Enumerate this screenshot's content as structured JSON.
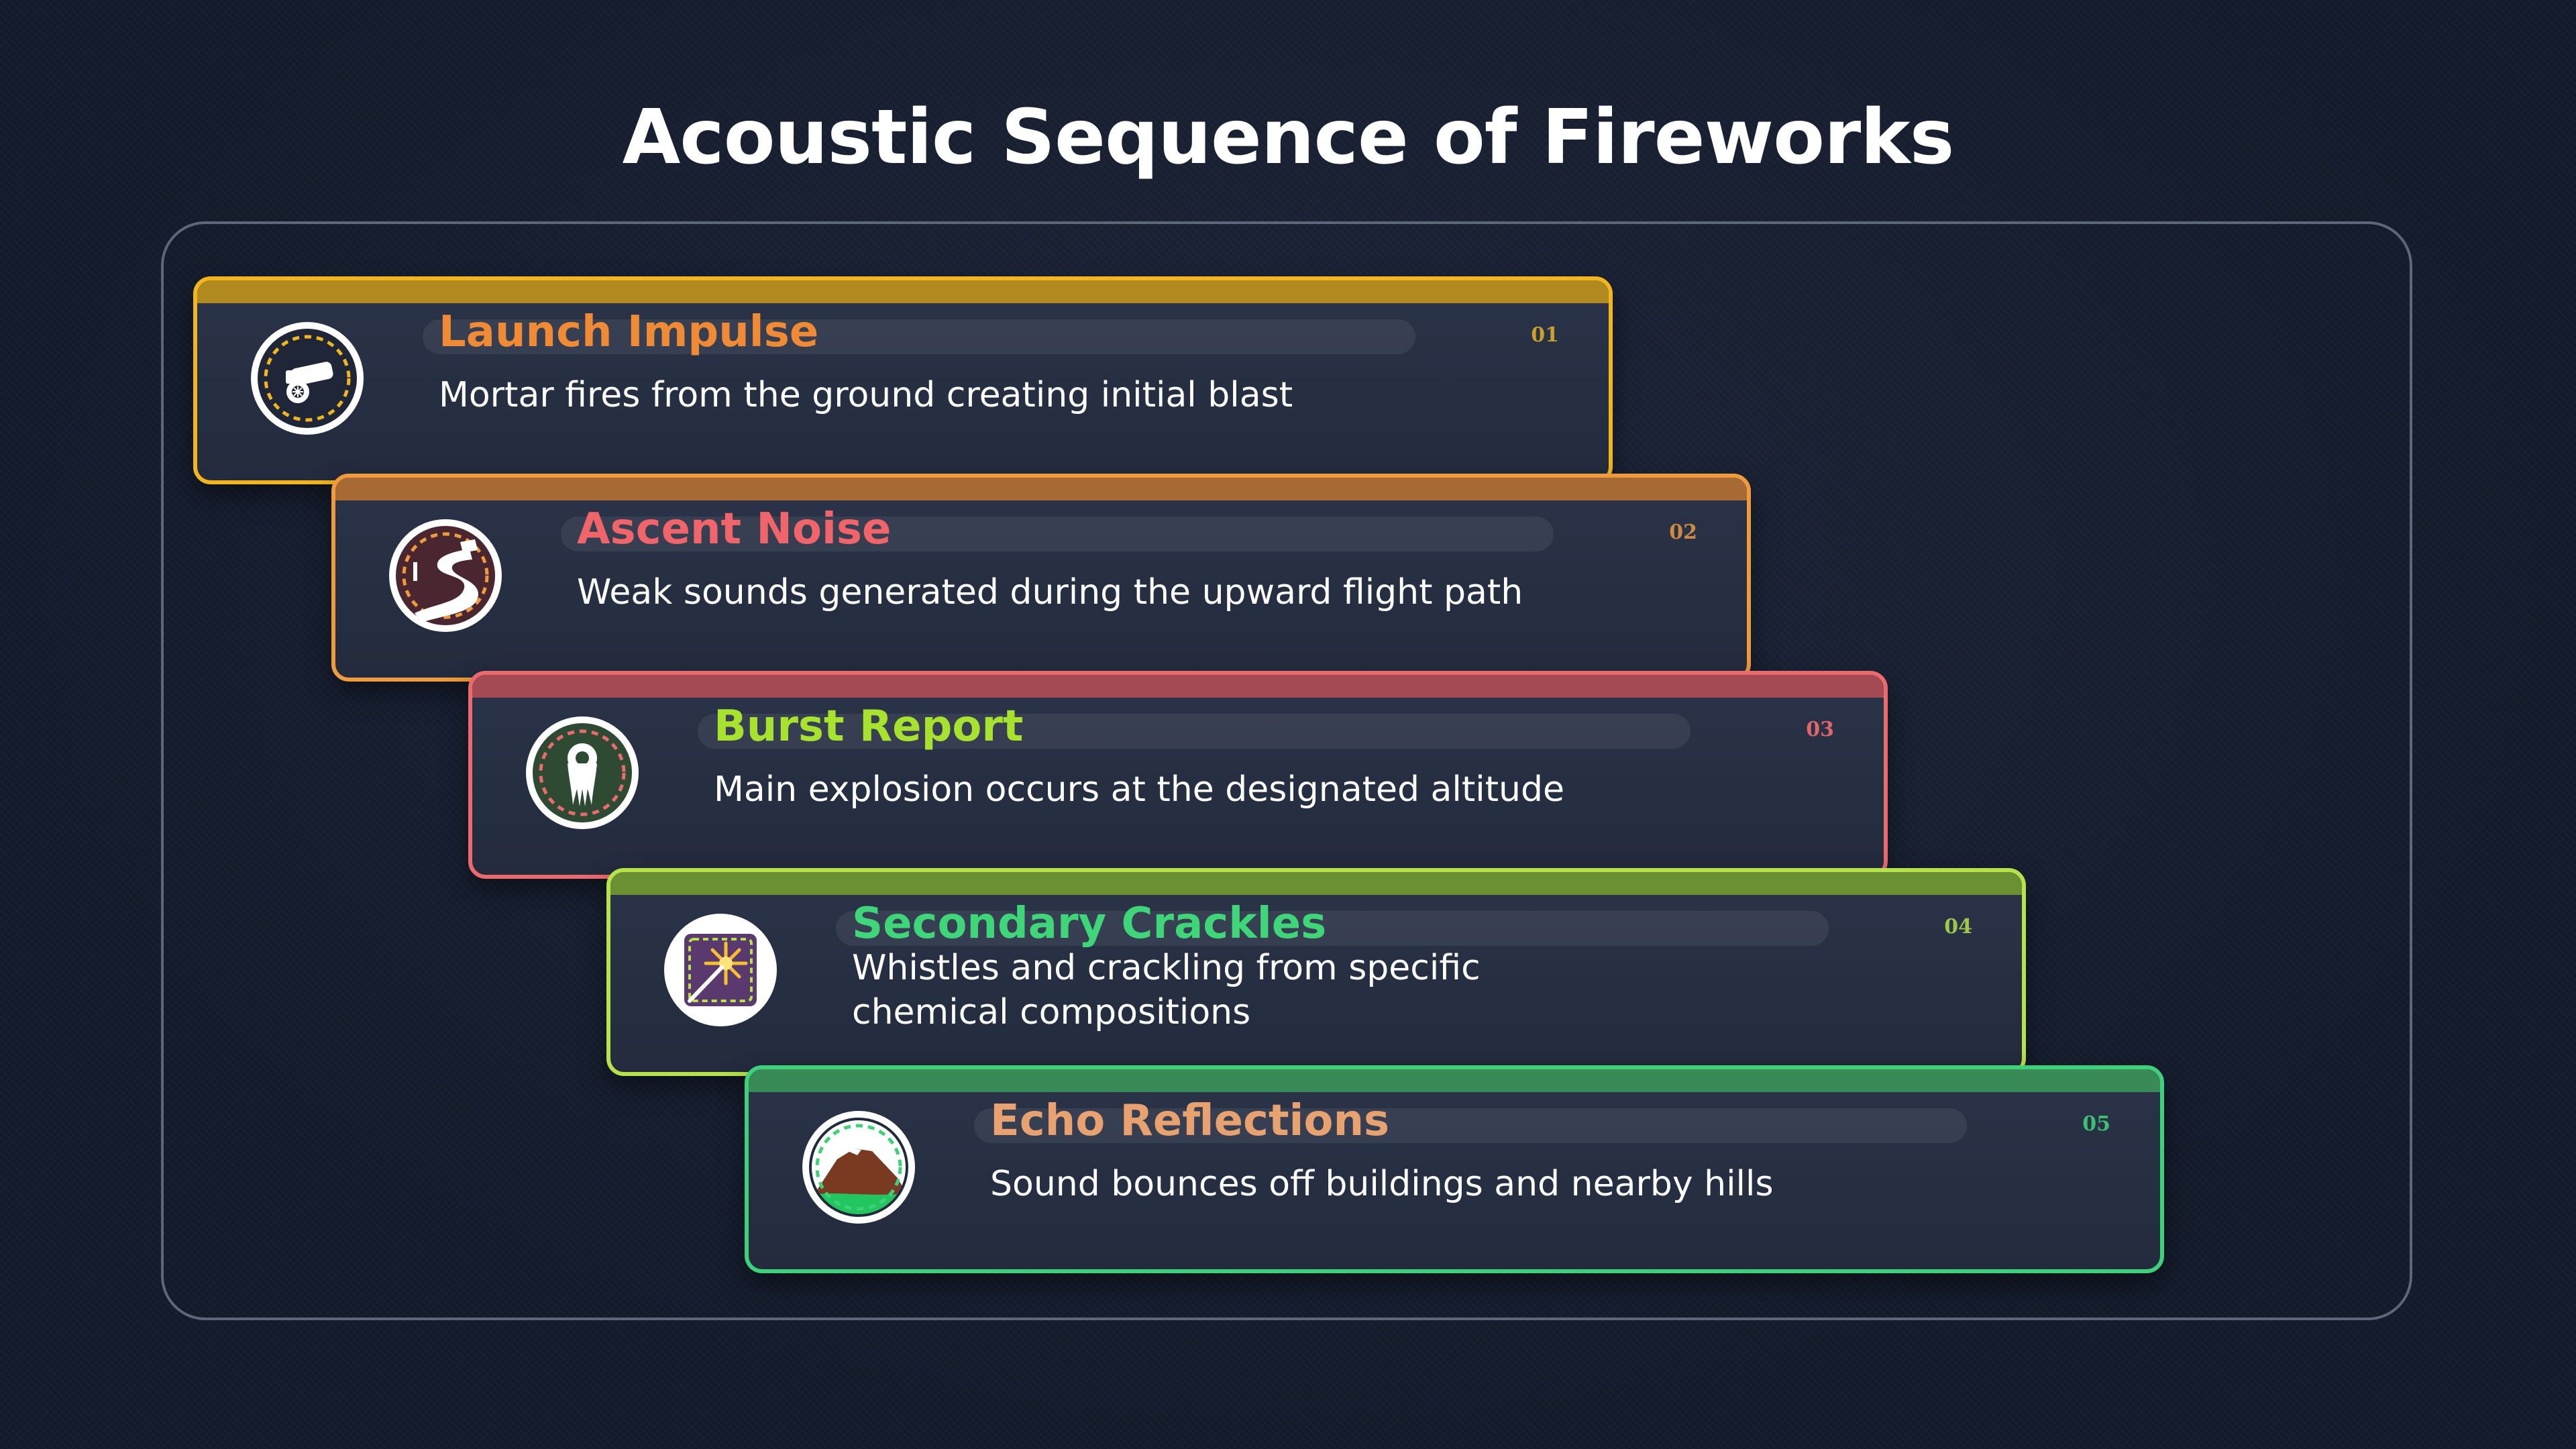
{
  "title": "Acoustic Sequence of Fireworks",
  "steps": [
    {
      "number": "01",
      "title": "Launch Impulse",
      "description": "Mortar fires from the ground creating initial blast",
      "icon": "mortar-cannon-icon",
      "border_color": "#f2b51d",
      "topbar_color": "#b08a1f",
      "title_color": "#f08a34",
      "number_color": "#c9a02a"
    },
    {
      "number": "02",
      "title": "Ascent Noise",
      "description": "Weak sounds generated during the upward flight path",
      "icon": "ascending-path-icon",
      "border_color": "#ef9a3c",
      "topbar_color": "#a86a35",
      "title_color": "#f0646a",
      "number_color": "#d08a3e"
    },
    {
      "number": "03",
      "title": "Burst Report",
      "description": "Main explosion occurs at the designated altitude",
      "icon": "explosion-burst-icon",
      "border_color": "#ea6a6e",
      "topbar_color": "#a34a55",
      "title_color": "#a6e22e",
      "number_color": "#e0666c"
    },
    {
      "number": "04",
      "title": "Secondary Crackles",
      "description": "Whistles and crackling from specific chemical compositions",
      "icon": "sparkler-icon",
      "border_color": "#b6e24a",
      "topbar_color": "#6b8f33",
      "title_color": "#3fd67a",
      "number_color": "#9dc94a"
    },
    {
      "number": "05",
      "title": "Echo Reflections",
      "description": "Sound bounces off buildings and nearby hills",
      "icon": "mountain-hills-icon",
      "border_color": "#3fd17a",
      "topbar_color": "#3a8a58",
      "title_color": "#e8a270",
      "number_color": "#3fbf74"
    }
  ]
}
